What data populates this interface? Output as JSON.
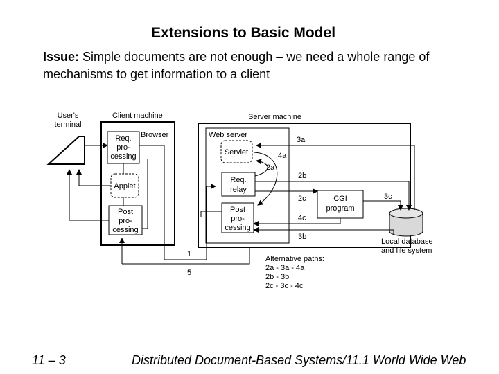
{
  "slide": {
    "title": "Extensions to Basic Model",
    "issue_label": "Issue:",
    "issue_text": " Simple documents are not enough – we need a whole range of mechanisms to get information to a client",
    "slide_number": "11 – 3",
    "footer": "Distributed Document-Based Systems/11.1 World Wide Web"
  },
  "diagram": {
    "users_terminal": [
      "User's",
      "terminal"
    ],
    "client_machine": "Client machine",
    "server_machine": "Server machine",
    "browser": "Browser",
    "req_processing": [
      "Req.",
      "pro-",
      "cessing"
    ],
    "applet": "Applet",
    "post_processing": [
      "Post",
      "pro-",
      "cessing"
    ],
    "web_server": "Web server",
    "servlet": "Servlet",
    "req_relay": [
      "Req.",
      "relay"
    ],
    "post_processing_server": [
      "Post",
      "pro-",
      "cessing"
    ],
    "cgi_program": [
      "CGI",
      "program"
    ],
    "local_database": [
      "Local database",
      "and file system"
    ],
    "labels": {
      "l3a": "3a",
      "l4a": "4a",
      "l2a": "2a",
      "l2b": "2b",
      "l2c": "2c",
      "l3c": "3c",
      "l4c": "4c",
      "l3b": "3b",
      "l1": "1",
      "l5": "5"
    },
    "alternative_paths_title": "Alternative paths:",
    "alternative_paths": [
      "2a - 3a - 4a",
      "2b - 3b",
      "2c - 3c - 4c"
    ]
  }
}
